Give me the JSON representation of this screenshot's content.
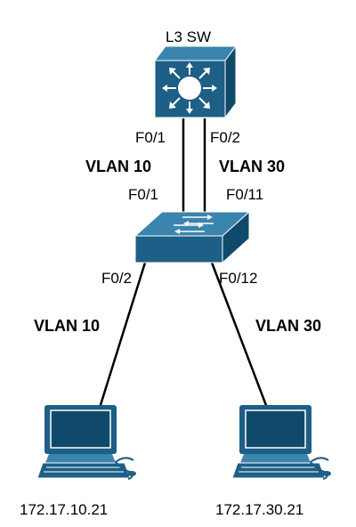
{
  "diagram": {
    "l3_switch": {
      "label": "L3 SW",
      "port_a": "F0/1",
      "port_b": "F0/2"
    },
    "access_switch": {
      "uplink_port_a": "F0/1",
      "uplink_port_b": "F0/11",
      "host_port_a": "F0/2",
      "host_port_b": "F0/12"
    },
    "uplink_vlans": {
      "left": "VLAN 10",
      "right": "VLAN 30"
    },
    "host_vlans": {
      "left": "VLAN 10",
      "right": "VLAN 30"
    },
    "hosts": [
      {
        "ip": "172.17.10.21"
      },
      {
        "ip": "172.17.30.21"
      }
    ],
    "colors": {
      "device_front": "#1d5f86",
      "device_side": "#104a6b",
      "device_top": "#3b84ad",
      "link": "#000000"
    }
  }
}
